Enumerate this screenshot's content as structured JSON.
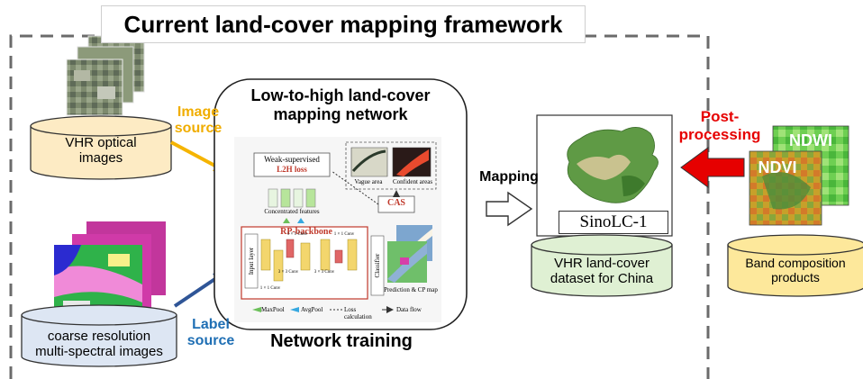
{
  "title": "Current land-cover mapping framework",
  "vhr_images": "VHR optical\nimages",
  "image_source": "Image\nsource",
  "coarse_images": "coarse resolution\nmulti-spectral images",
  "label_source": "Label\nsource",
  "network": {
    "title": "Low-to-high land-cover\nmapping network",
    "footer": "Network training",
    "weak_supervised": "Weak-supervised",
    "l2h_loss": "L2H loss",
    "vague_area": "Vague area",
    "confident_areas": "Confident areas",
    "concentrated_features": "Concentrated features",
    "cas": "CAS",
    "rp_backbone": "RP-backbone",
    "input_layer": "Input layer",
    "classifier": "Classifier",
    "prediction": "Prediction & CP map",
    "conv_labels": [
      "1 × 1 Conv",
      "3 × 3 Conv",
      "3 × 3 Conv",
      "1 × 1 Conv",
      "1 × 1 Conv"
    ],
    "legend": [
      "MaxPool",
      "AvgPool",
      "Loss calculation",
      "Data flow"
    ]
  },
  "mapping": "Mapping",
  "sinolc_label": "SinoLC-1",
  "vhr_dataset": "VHR land-cover\ndataset for China",
  "post_processing": "Post-\nprocessing",
  "ndwi": "NDWI",
  "ndvi": "NDVI",
  "band_products": "Band composition\nproducts",
  "colors": {
    "dashed_frame": "#6b6b6b",
    "vhr_cylinder": "#fdebc4",
    "coarse_cylinder": "#dde6f3",
    "dataset_cylinder": "#dff0d3",
    "band_cylinder": "#fde89b",
    "image_arrow": "#f5b400",
    "label_arrow": "#2f5597",
    "post_arrow": "#e60000",
    "rp_border": "#c0392b"
  }
}
